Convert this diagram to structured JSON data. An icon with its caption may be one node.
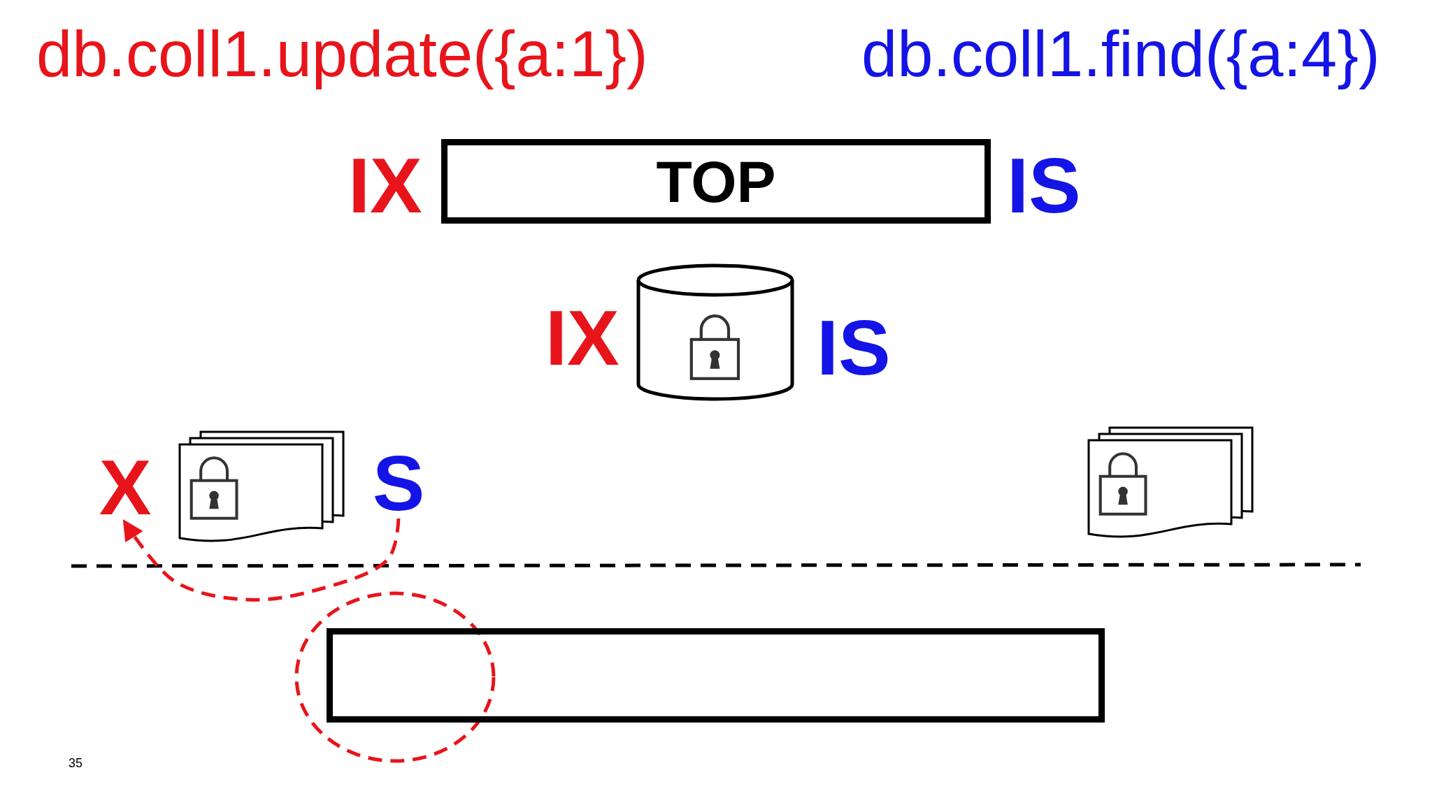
{
  "diagram": {
    "nodes": [
      {
        "text": [
          "TOP"
        ],
        "beside": [
          "IX",
          "IS"
        ]
      },
      {
        "text": [],
        "shape": "cylinder",
        "beside": [
          "IX",
          "IS"
        ]
      },
      {
        "text": [
          "X"
        ]
      },
      {
        "text": [],
        "shape": "document"
      },
      {
        "text": [
          "S"
        ]
      },
      {
        "text": [],
        "shape": "document"
      },
      {
        "text": [],
        "shape": "box"
      }
    ],
    "edges": [
      {
        "from": 4,
        "to": 2,
        "arrow": "to",
        "style": "dashed"
      }
    ],
    "labels": [
      "db.coll1.update({a:1})",
      "db.coll1.find({a:4})",
      "35"
    ]
  }
}
